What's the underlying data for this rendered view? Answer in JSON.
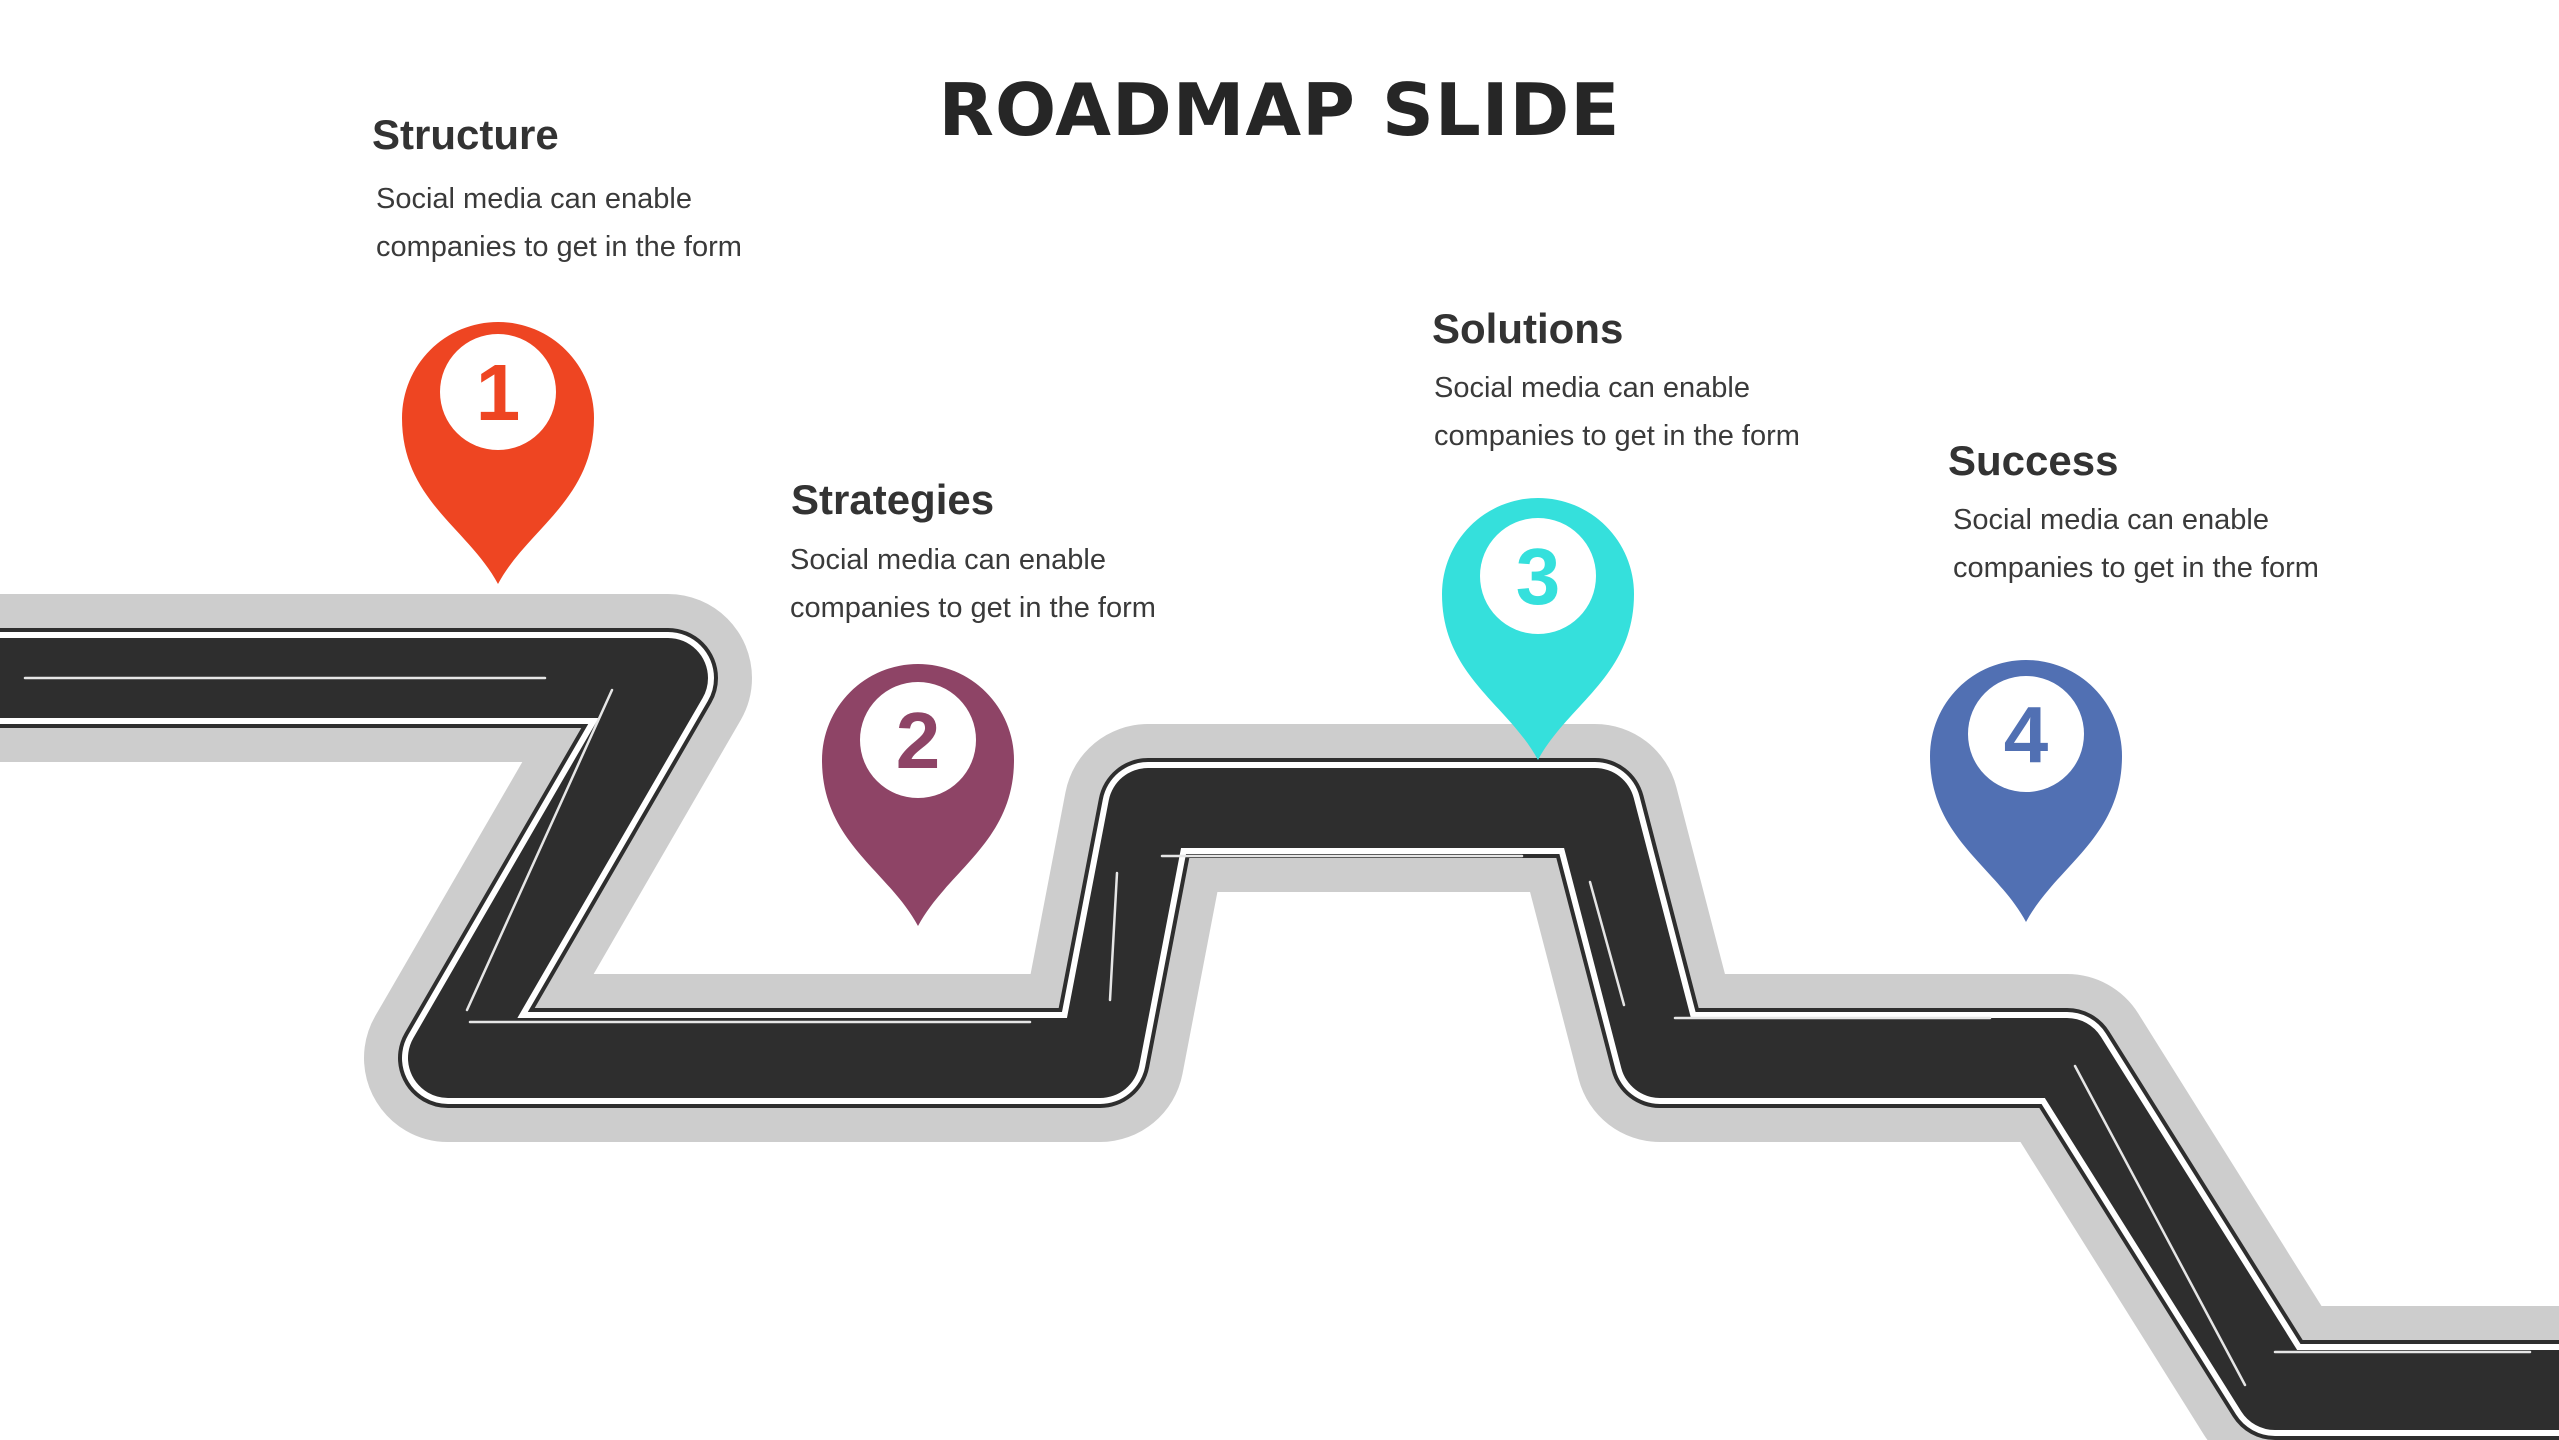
{
  "slide": {
    "title": "ROADMAP SLIDE"
  },
  "steps": [
    {
      "number": "1",
      "heading": "Structure",
      "text": "Social media can enable companies to get in the form",
      "color": "#EE4522"
    },
    {
      "number": "2",
      "heading": "Strategies",
      "text": "Social media can enable companies to get in the form",
      "color": "#8E4466"
    },
    {
      "number": "3",
      "heading": "Solutions",
      "text": "Social media can enable companies to get in the form",
      "color": "#35E0DC"
    },
    {
      "number": "4",
      "heading": "Success",
      "text": "Social media can enable companies to get in the form",
      "color": "#5170B3"
    }
  ],
  "road": {
    "shoulder_color": "#CDCDCD",
    "asphalt_color": "#2E2E2E",
    "edge_line_color": "#FFFFFF",
    "lane_marking_color": "#E6E6E6"
  }
}
